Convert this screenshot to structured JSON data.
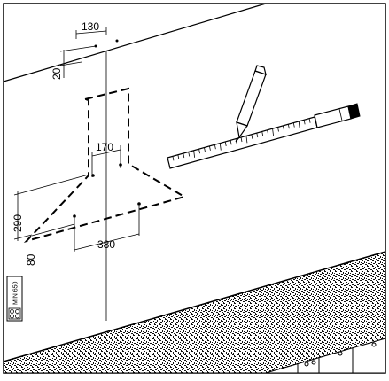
{
  "dimensions": {
    "top_offset": "130",
    "top_drop": "20",
    "hood_half_width": "170",
    "hood_height": "290",
    "lower_span": "380",
    "lower_offset": "80"
  },
  "min_clearance_badge": "MIN 650",
  "icons": {
    "pencil": "pencil-icon",
    "ruler": "tape-measure-icon",
    "hob": "hob-burners-icon"
  }
}
